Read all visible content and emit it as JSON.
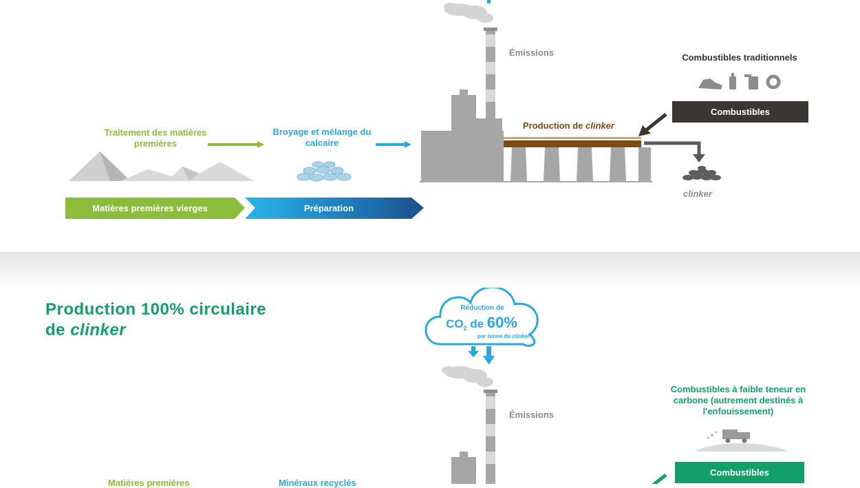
{
  "top": {
    "emissions_label": "Émissions",
    "traditional_fuels_title": "Combustibles traditionnels",
    "fuels_box": "Combustibles",
    "clinker_production_prefix": "Production de ",
    "clinker_production_italic": "clinker",
    "raw_material_treatment": "Traitement des matières premières",
    "grinding_mixing": "Broyage et mélange du calcaire",
    "clinker_label": "clinker",
    "stage_raw_materials": "Matières premières vierges",
    "stage_preparation": "Préparation"
  },
  "bottom": {
    "title_line1": "Production 100% circulaire",
    "title_line2_prefix": "de ",
    "title_line2_italic": "clinker",
    "cloud_reduction": "Réduction de",
    "cloud_co2": "CO",
    "cloud_co2_sub": "2",
    "cloud_de": " de ",
    "cloud_percent": "60%",
    "cloud_per_ton_prefix": "par tonne de ",
    "cloud_per_ton_italic": "clinker",
    "emissions_label": "Émissions",
    "low_carbon_fuels": "Combustibles à faible teneur en carbone (autrement destinés à l'enfouissement)",
    "fuels_box": "Combustibles",
    "raw_materials_cut": "Matières premières",
    "recycled_minerals_cut": "Minéraux recyclés"
  },
  "colors": {
    "green_stage": "#8bbd3a",
    "blue_stage": "#29a8e0",
    "navy_stage": "#1c4f8c",
    "dark_box": "#3a3631",
    "teal": "#12a06a",
    "kiln_brown": "#7a4b1a",
    "factory_gray": "#a6a6a6"
  },
  "icons": [
    "mountains-icon",
    "stone-pile-icon",
    "factory-icon",
    "smoke-icon",
    "coal-icon",
    "bottle-icon",
    "canister-icon",
    "tire-icon",
    "clinker-pile-icon",
    "cloud-icon",
    "truck-icon"
  ]
}
